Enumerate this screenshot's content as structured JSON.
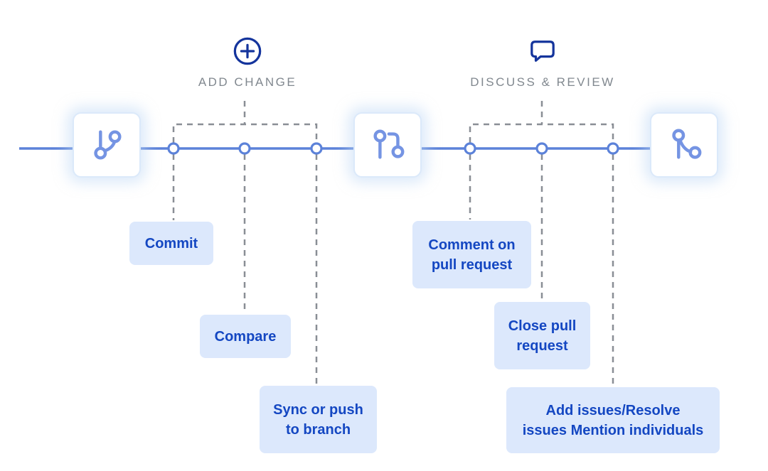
{
  "diagram": {
    "stages": [
      {
        "label": "ADD CHANGE",
        "icon": "plus-circle-icon"
      },
      {
        "label": "DISCUSS & REVIEW",
        "icon": "speech-bubble-icon"
      }
    ],
    "milestones": [
      {
        "icon": "git-branch-icon"
      },
      {
        "icon": "git-pull-request-icon"
      },
      {
        "icon": "git-merge-icon"
      }
    ],
    "steps": [
      {
        "label": "Commit",
        "lines": [
          "Commit"
        ],
        "stage": "ADD CHANGE"
      },
      {
        "label": "Compare",
        "lines": [
          "Compare"
        ],
        "stage": "ADD CHANGE"
      },
      {
        "label": "Sync or push to branch",
        "lines": [
          "Sync or push",
          "to branch"
        ],
        "stage": "ADD CHANGE"
      },
      {
        "label": "Comment on pull request",
        "lines": [
          "Comment on",
          "pull request"
        ],
        "stage": "DISCUSS & REVIEW"
      },
      {
        "label": "Close pull request",
        "lines": [
          "Close pull",
          "request"
        ],
        "stage": "DISCUSS & REVIEW"
      },
      {
        "label": "Add issues/Resolve issues Mention individuals",
        "lines": [
          "Add issues/Resolve",
          "issues Mention individuals"
        ],
        "stage": "DISCUSS & REVIEW"
      }
    ],
    "colors": {
      "line": "#5c82d9",
      "milestone-icon": "#7594e3",
      "navy": "#14349c",
      "chip-bg": "#dce8fc",
      "chip-text": "#1447c2",
      "dash": "#898e95",
      "stage-text": "#81888f",
      "box-border": "#dbe9fa"
    }
  }
}
